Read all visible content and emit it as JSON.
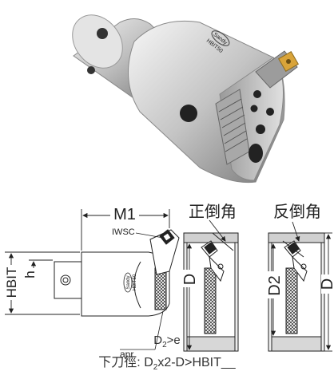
{
  "tool_brand": "Sandy",
  "tool_model": "HBIT50",
  "labels": {
    "m1": "M1",
    "iwsc": "IWSC",
    "hbit": "HBIT",
    "h": "h",
    "apr": "apr",
    "d": "D",
    "d2": "D2",
    "forward_chamfer": "正倒角",
    "back_chamfer": "反倒角"
  },
  "caption": {
    "line1_pre": "D",
    "line1_sub": "2",
    "line1_post": ">e",
    "line2_prefix": "下刀徑: ",
    "line2_a": "D",
    "line2_sub": "2",
    "line2_b": "x2-D>HBIT__"
  },
  "colors": {
    "metal_light": "#e6e6e6",
    "metal_mid": "#b9b9b9",
    "metal_dark": "#6f6f6f",
    "insert_gold": "#d9a43a",
    "line": "#222222"
  }
}
